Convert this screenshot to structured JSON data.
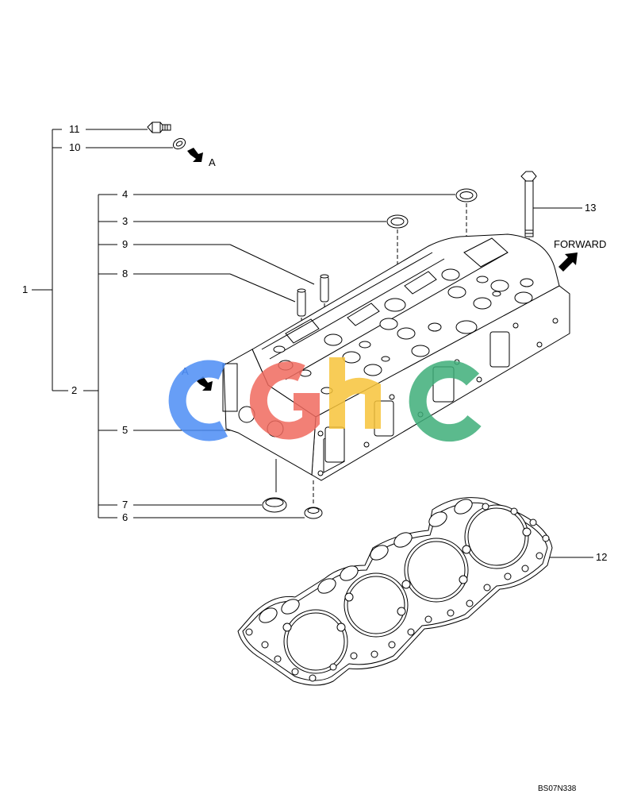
{
  "callouts": {
    "c1": "1",
    "c2": "2",
    "c3": "3",
    "c4": "4",
    "c5": "5",
    "c6": "6",
    "c7": "7",
    "c8": "8",
    "c9": "9",
    "c10": "10",
    "c11": "11",
    "c12": "12",
    "c13": "13"
  },
  "labels": {
    "view_a_top": "A",
    "view_a_mid": "A",
    "forward": "FORWARD"
  },
  "drawing_code": "BS07N338",
  "watermark": {
    "text": "CGHC",
    "colors": [
      "#4c8df5",
      "#f06a5f",
      "#f7c43a",
      "#3fae7a"
    ]
  }
}
